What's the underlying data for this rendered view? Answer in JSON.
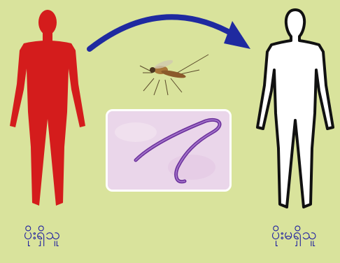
{
  "labels": {
    "infected": "ပိုးရှိသူ",
    "uninfected": "ပိုးမရှိသူ"
  },
  "colors": {
    "background": "#d9e39c",
    "infected_body": "#d41c1c",
    "arrow": "#1f2aa0",
    "label_text": "#1f1fa0"
  },
  "icons": {
    "infected_person": "red-human-silhouette-icon",
    "uninfected_person": "white-human-outline-icon",
    "vector": "mosquito-icon",
    "parasite": "microfilaria-micrograph"
  }
}
